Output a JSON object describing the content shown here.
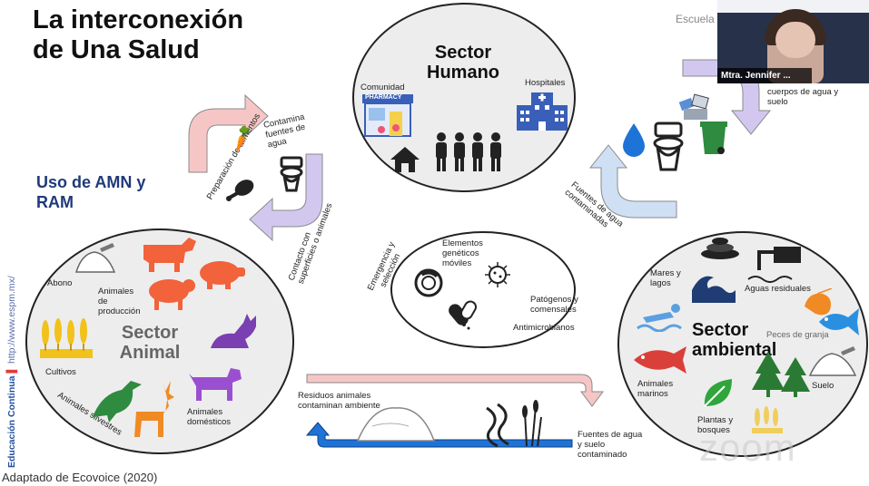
{
  "slide": {
    "title": "La interconexión de Una Salud",
    "subtitle": "Uso de AMN y RAM",
    "caption": "Adaptado de Ecovoice (2020)",
    "school": "Escuela de"
  },
  "sidebar": {
    "url": "http://www.espm.mx/",
    "label": "Educación Continua"
  },
  "video": {
    "participant_name": "Mtra. Jennifer ..."
  },
  "watermark": "zoom",
  "humano": {
    "title": "Sector Humano",
    "comunidad": "Comunidad",
    "hospitales": "Hospitales",
    "pharmacy": "PHARMACY"
  },
  "animal": {
    "title": "Sector Animal",
    "abono": "Abono",
    "produccion": "Animales de producción",
    "cultivos": "Cultivos",
    "silvestres": "Animales silvestres",
    "domesticos": "Animales domésticos"
  },
  "ambiental": {
    "title": "Sector ambiental",
    "mares": "Mares y lagos",
    "aguas": "Aguas residuales",
    "peces": "Peces de granja",
    "marinos": "Animales marinos",
    "suelo": "Suelo",
    "plantas": "Plantas y bosques"
  },
  "center": {
    "elementos": "Elementos genéticos móviles",
    "emergencia": "Emergencia y selección",
    "patogenos": "Patógenos y comensales",
    "antimicrobianos": "Antimicrobianos"
  },
  "flows": {
    "preparacion": "Preparación de alimentos",
    "contamina": "Contamina fuentes de agua",
    "contacto": "Contacto con superficies o animales",
    "fuentes_contaminadas": "Fuentes de agua contaminadas",
    "cuerpos": "cuerpos de agua y suelo",
    "residuos": "Residuos animales contaminan ambiente",
    "fuentes_suelo": "Fuentes de agua y suelo contaminado"
  },
  "colors": {
    "pink_arrow": "#f6c6c6",
    "purple_arrow": "#d2c8ef",
    "blue_arrow": "#cfe0f5",
    "blue_arrow_dark": "#1e73d6",
    "livestock": "#f2623b",
    "cat_purple": "#7a3fb0",
    "dog_purple": "#9a4fd0",
    "bird_green": "#2e8b3f",
    "deer_orange": "#f08a24",
    "wheat_gold": "#f2c21c",
    "wave_navy": "#1f3d74",
    "fish_red": "#d9403a",
    "tree_green": "#2a7a33",
    "hospital_blue": "#3a5fb8"
  },
  "icons": [
    "carrot-icon",
    "drumstick-icon",
    "toilet-icon",
    "house-icon",
    "people-icon",
    "pharmacy-icon",
    "hospital-icon",
    "water-drop-icon",
    "trash-bin-icon",
    "cow-icon",
    "pig-icon",
    "sheep-icon",
    "cat-icon",
    "dog-icon",
    "bird-icon",
    "deer-icon",
    "wheat-icon",
    "wave-icon",
    "swimmer-icon",
    "fish-icon",
    "tree-icon",
    "leaf-icon",
    "shrimp-icon",
    "goldfish-icon",
    "pipe-icon",
    "pills-icon",
    "plasmid-icon",
    "bacteria-icon"
  ]
}
